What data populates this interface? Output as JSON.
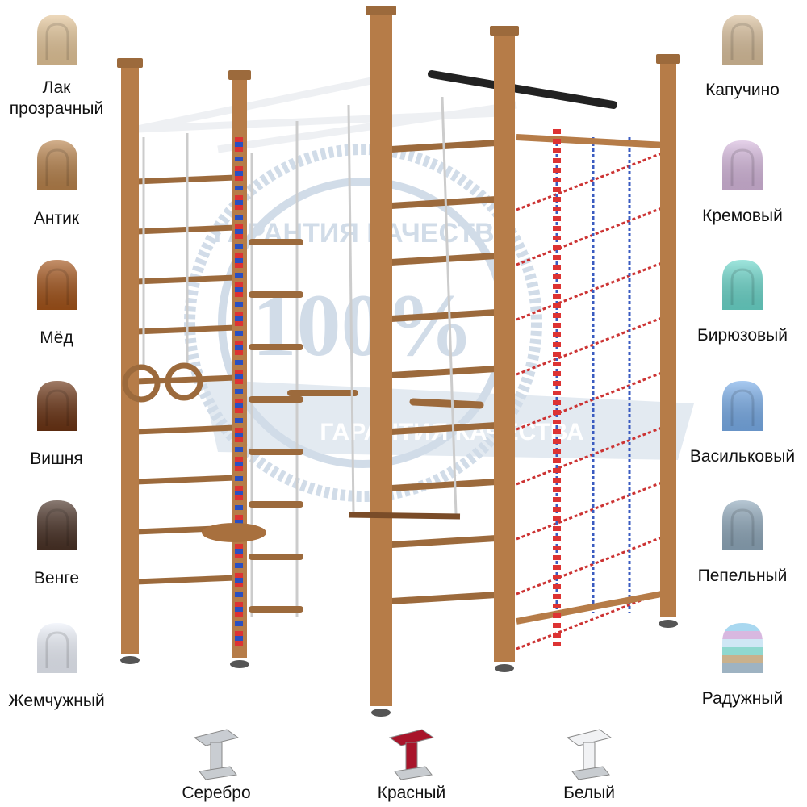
{
  "watermark": {
    "top_text": "ГАРАНТИЯ КАЧЕСТВА",
    "center_text": "100%",
    "bottom_text": "ГАРАНТИЯ КАЧЕСТВА"
  },
  "wood_colors": [
    {
      "name_line1": "Лак",
      "name_line2": "прозрачный",
      "color": "#e6c79a"
    },
    {
      "name_line1": "Антик",
      "name_line2": "",
      "color": "#b9834c"
    },
    {
      "name_line1": "Мёд",
      "name_line2": "",
      "color": "#a4541a"
    },
    {
      "name_line1": "Вишня",
      "name_line2": "",
      "color": "#6c3414"
    },
    {
      "name_line1": "Венге",
      "name_line2": "",
      "color": "#4a3226"
    },
    {
      "name_line1": "Жемчужный",
      "name_line2": "",
      "color": "#eef2fb"
    }
  ],
  "paint_colors": [
    {
      "name": "Капучино",
      "color": "#dcc29e"
    },
    {
      "name": "Кремовый",
      "color": "#d7b9de"
    },
    {
      "name": "Бирюзовый",
      "color": "#6cd8cc"
    },
    {
      "name": "Васильковый",
      "color": "#7aaeea"
    },
    {
      "name": "Пепельный",
      "color": "#90a9bc"
    },
    {
      "name": "Радужный",
      "color": "rainbow"
    }
  ],
  "bracket_colors": [
    {
      "name": "Серебро",
      "color": "#c9cdd2"
    },
    {
      "name": "Красный",
      "color": "#a8142a"
    },
    {
      "name": "Белый",
      "color": "#f1f2f4"
    }
  ],
  "frame_color": "#b67c48"
}
